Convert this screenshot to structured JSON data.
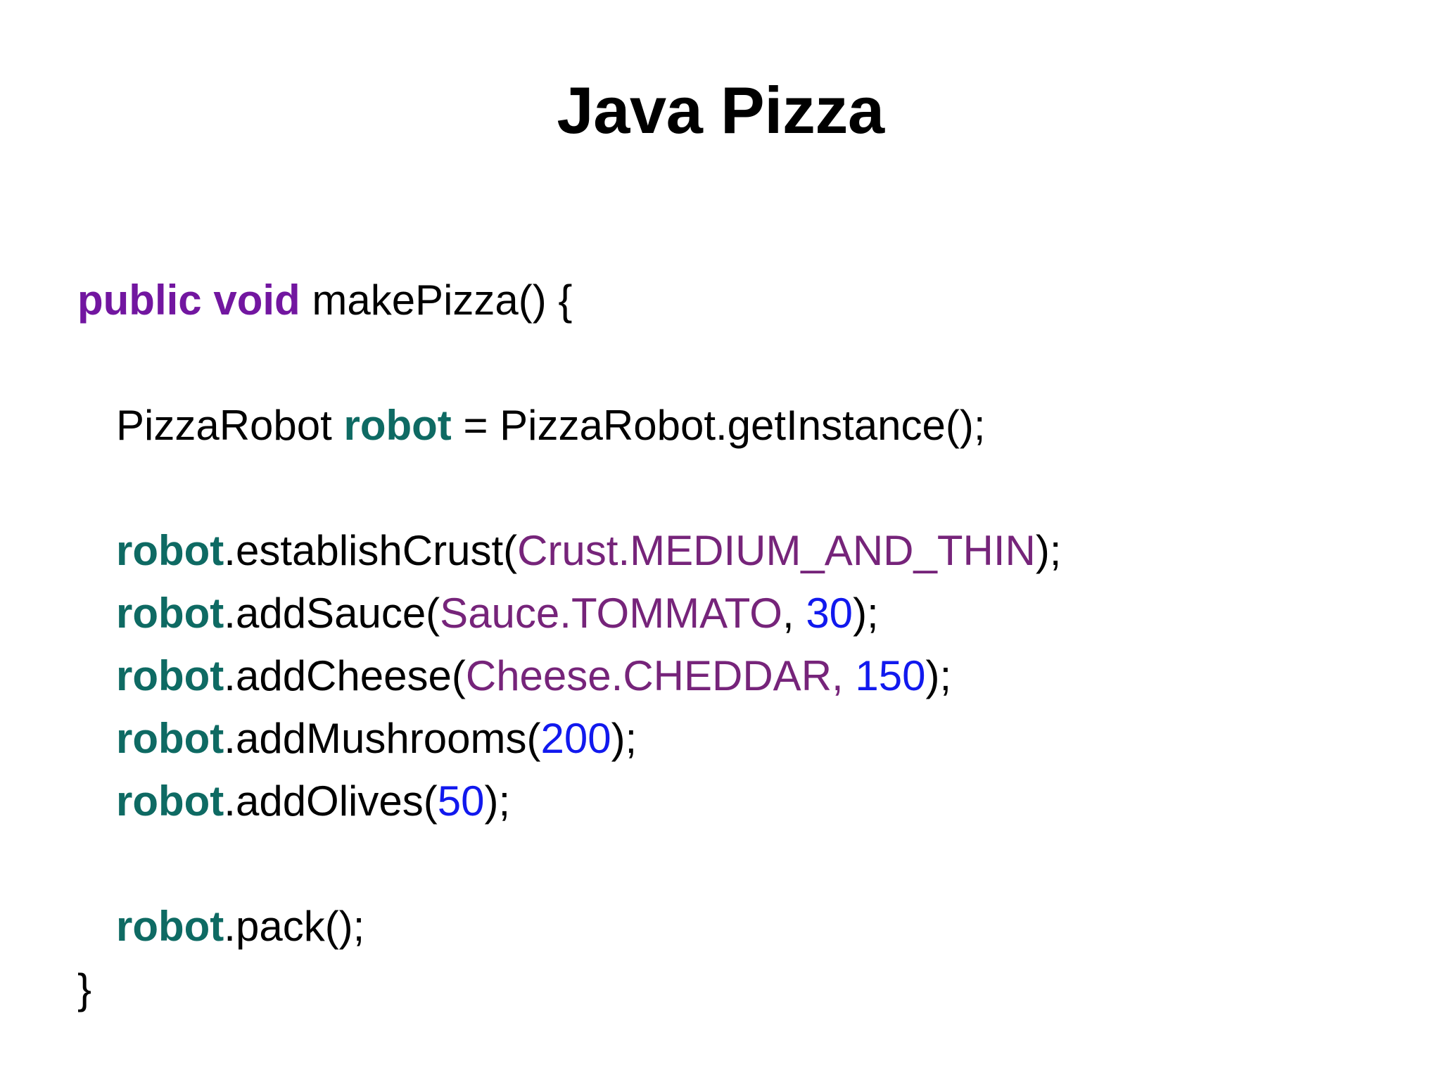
{
  "slide": {
    "title": "Java Pizza",
    "background_color": "#FFFFFF"
  },
  "colors": {
    "keyword_purple": "#7216A0",
    "variable_teal": "#0E6A63",
    "enum_purple": "#76247A",
    "number_blue": "#1119EE",
    "plain_black": "#000000"
  },
  "code": {
    "language": "java",
    "lines": [
      {
        "indent": 0,
        "tokens": [
          {
            "text": "public void",
            "style": "keyword"
          },
          {
            "text": " makePizza() {",
            "style": "plain"
          }
        ]
      },
      {
        "indent": 0,
        "tokens": []
      },
      {
        "indent": 1,
        "tokens": [
          {
            "text": "PizzaRobot ",
            "style": "plain"
          },
          {
            "text": "robot",
            "style": "variable"
          },
          {
            "text": " = PizzaRobot.getInstance();",
            "style": "plain"
          }
        ]
      },
      {
        "indent": 0,
        "tokens": []
      },
      {
        "indent": 1,
        "tokens": [
          {
            "text": "robot",
            "style": "variable"
          },
          {
            "text": ".establishCrust(",
            "style": "plain"
          },
          {
            "text": "Crust.MEDIUM_AND_THIN",
            "style": "enum"
          },
          {
            "text": ");",
            "style": "plain"
          }
        ]
      },
      {
        "indent": 1,
        "tokens": [
          {
            "text": "robot",
            "style": "variable"
          },
          {
            "text": ".addSauce(",
            "style": "plain"
          },
          {
            "text": "Sauce.TOMMATO",
            "style": "enum"
          },
          {
            "text": ", ",
            "style": "plain"
          },
          {
            "text": "30",
            "style": "number"
          },
          {
            "text": ");",
            "style": "plain"
          }
        ]
      },
      {
        "indent": 1,
        "tokens": [
          {
            "text": "robot",
            "style": "variable"
          },
          {
            "text": ".addCheese(",
            "style": "plain"
          },
          {
            "text": "Cheese.CHEDDAR,",
            "style": "enum"
          },
          {
            "text": " ",
            "style": "plain"
          },
          {
            "text": "150",
            "style": "number"
          },
          {
            "text": ");",
            "style": "plain"
          }
        ]
      },
      {
        "indent": 1,
        "tokens": [
          {
            "text": "robot",
            "style": "variable"
          },
          {
            "text": ".addMushrooms(",
            "style": "plain"
          },
          {
            "text": "200",
            "style": "number"
          },
          {
            "text": ");",
            "style": "plain"
          }
        ]
      },
      {
        "indent": 1,
        "tokens": [
          {
            "text": "robot",
            "style": "variable"
          },
          {
            "text": ".addOlives(",
            "style": "plain"
          },
          {
            "text": "50",
            "style": "number"
          },
          {
            "text": ");",
            "style": "plain"
          }
        ]
      },
      {
        "indent": 0,
        "tokens": []
      },
      {
        "indent": 1,
        "tokens": [
          {
            "text": "robot",
            "style": "variable"
          },
          {
            "text": ".pack();",
            "style": "plain"
          }
        ]
      },
      {
        "indent": 0,
        "tokens": [
          {
            "text": "}",
            "style": "plain"
          }
        ]
      }
    ]
  }
}
